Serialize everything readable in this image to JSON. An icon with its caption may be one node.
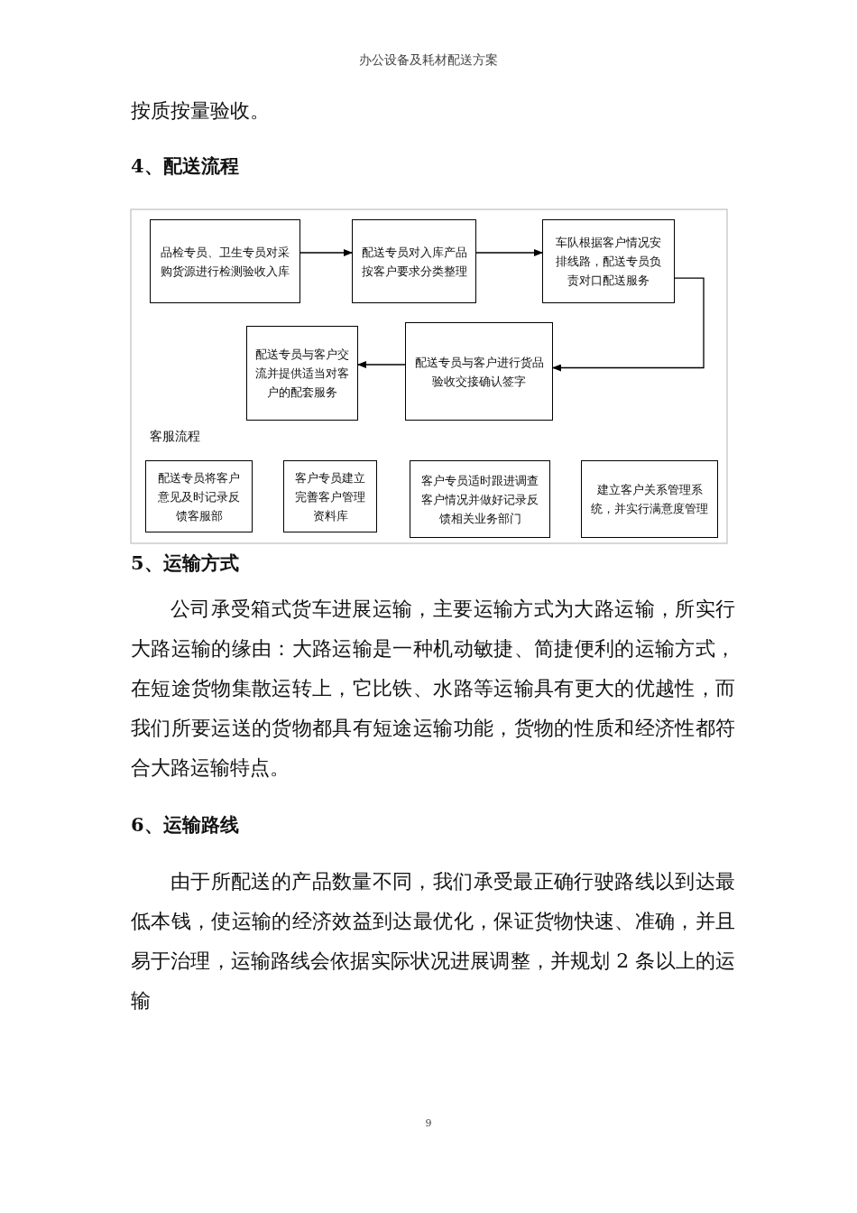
{
  "diagram": {
    "nodes": [
      {
        "text": [
          "品检专员、卫生专员对采购货源进行检测验收入库"
        ]
      },
      {
        "text": [
          "配送专员对入库产品按客户要求分类整理"
        ]
      },
      {
        "text": [
          "车队根据客户情况安排线路，配送专员负责对口配送服务"
        ]
      },
      {
        "text": [
          "配送专员与客户交流并提供适当对客户的配套服务"
        ]
      },
      {
        "text": [
          "配送专员与客户进行货品验收交接确认签字"
        ]
      },
      {
        "text": [
          "配送专员将客户意见及时记录反馈客服部"
        ]
      },
      {
        "text": [
          "客户专员建立完善客户管理资料库"
        ]
      },
      {
        "text": [
          "客户专员适时跟进调查客户情况并做好记录反馈相关业务部门"
        ]
      },
      {
        "text": [
          "建立客户关系管理系统，并实行满意度管理"
        ]
      }
    ],
    "edges": [
      {
        "from": 0,
        "to": 1,
        "arrow": "to"
      },
      {
        "from": 1,
        "to": 2,
        "arrow": "to"
      },
      {
        "from": 2,
        "to": 4,
        "arrow": "to"
      },
      {
        "from": 4,
        "to": 3,
        "arrow": "to"
      }
    ],
    "labels": [
      "办公设备及耗材配送方案",
      "按质按量验收。",
      "4、配送流程",
      "客服流程",
      "5、运输方式",
      "公司承受箱式货车进展运输，主要运输方式为大路运输，所实行大路运输的缘由：大路运输是一种机动敏捷、简捷便利的运输方式，在短途货物集散运转上，它比铁、水路等运输具有更大的优越性，而我们所要运送的货物都具有短途运输功能，货物的性质和经济性都符合大路运输特点。",
      "6、运输路线",
      "由于所配送的产品数量不同，我们承受最正确行驶路线以到达最低本钱，使运输的经济效益到达最优化，保证货物快速、准确，并且易于治理，运输路线会依据实际状况进展调整，并规划 2 条以上的运输",
      "9"
    ]
  }
}
